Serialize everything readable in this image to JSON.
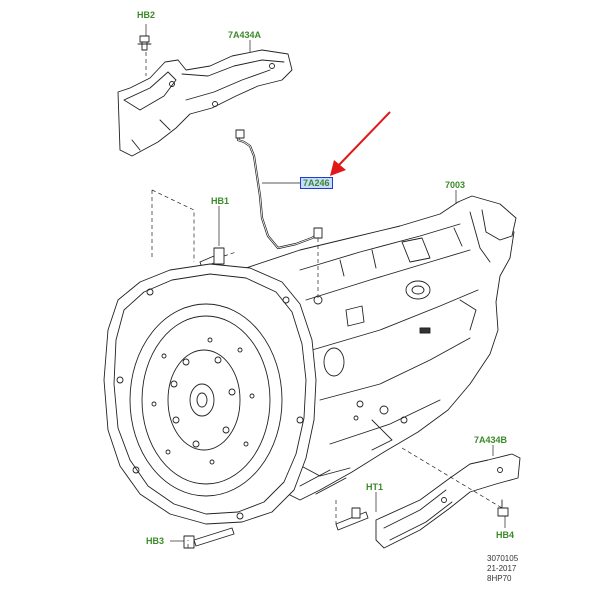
{
  "callouts": [
    {
      "id": "hb2",
      "text": "HB2"
    },
    {
      "id": "bracket-7a434a",
      "text": "7A434A"
    },
    {
      "id": "tube-7a246",
      "text": "7A246",
      "highlighted": true
    },
    {
      "id": "hb1",
      "text": "HB1"
    },
    {
      "id": "trans-7003",
      "text": "7003"
    },
    {
      "id": "bracket-7a434b",
      "text": "7A434B"
    },
    {
      "id": "ht1",
      "text": "HT1"
    },
    {
      "id": "hb3",
      "text": "HB3"
    },
    {
      "id": "hb4",
      "text": "HB4"
    }
  ],
  "reference": {
    "number": "3070105",
    "date": "21-2017",
    "model": "8HP70"
  },
  "colors": {
    "label_green": "#3a8a2a",
    "highlight_fill": "#c9dcff",
    "highlight_border": "#1a3fd0",
    "arrow_red": "#e01818",
    "line_art": "#222222"
  }
}
